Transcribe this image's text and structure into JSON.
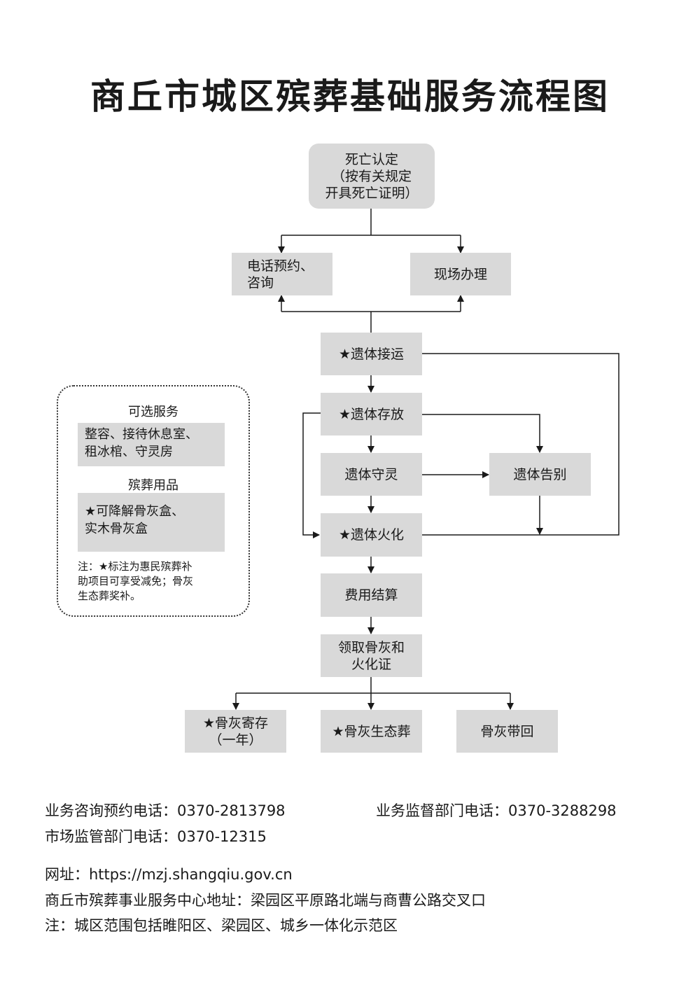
{
  "title": "商丘市城区殡葬基础服务流程图",
  "flow": {
    "death_confirm": "死亡认定\n（按有关规定\n开具死亡证明）",
    "phone_booking": "电话预约、\n咨询",
    "onsite": "现场办理",
    "transport": "★遗体接运",
    "storage": "★遗体存放",
    "vigil": "遗体守灵",
    "farewell": "遗体告别",
    "cremation": "★遗体火化",
    "settlement": "费用结算",
    "collect": "领取骨灰和\n火化证",
    "ash_storage": "★骨灰寄存\n（一年）",
    "eco_burial": "★骨灰生态葬",
    "take_home": "骨灰带回"
  },
  "optional_panel": {
    "services_title": "可选服务",
    "services_items": "整容、接待休息室、\n租冰棺、守灵房",
    "supplies_title": "殡葬用品",
    "supplies_items": "★可降解骨灰盒、\n  实木骨灰盒",
    "note": "注：★标注为惠民殡葬补\n助项目可享受减免；骨灰\n生态葬奖补。"
  },
  "footer": {
    "consult_phone": "业务咨询预约电话：0370-2813798",
    "supervision_phone": "业务监督部门电话：0370-3288298",
    "market_phone": "市场监管部门电话：0370-12315",
    "website": "网址：https://mzj.shangqiu.gov.cn",
    "address": "商丘市殡葬事业服务中心地址：梁园区平原路北端与商曹公路交叉口",
    "scope_note": "注：城区范围包括睢阳区、梁园区、城乡一体化示范区"
  }
}
